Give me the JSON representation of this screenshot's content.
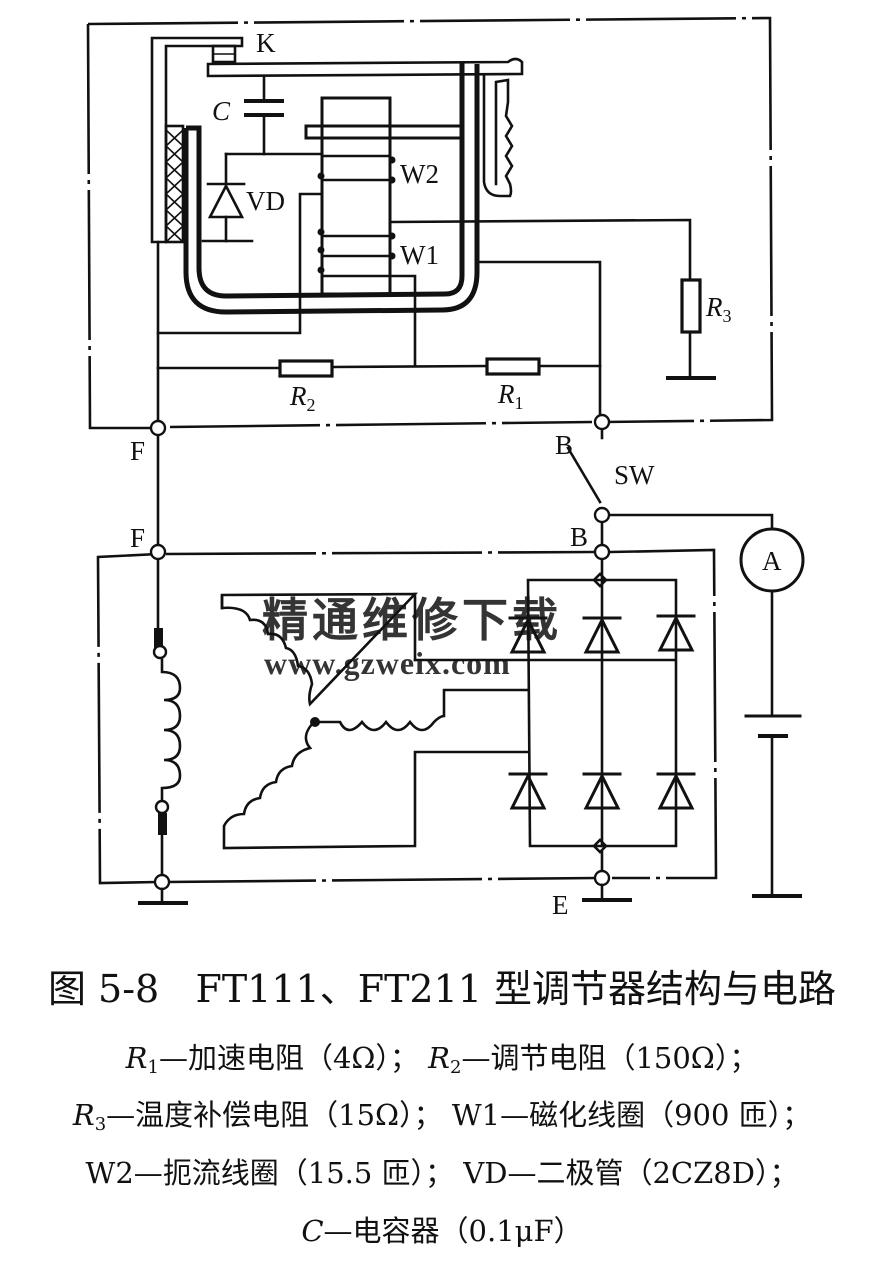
{
  "figure": {
    "number": "图 5-8",
    "title": "FT111、FT211 型调节器结构与电路"
  },
  "labels": {
    "K": "K",
    "C": "C",
    "VD": "VD",
    "W2": "W2",
    "W1": "W1",
    "R1_main": "R",
    "R1_sub": "1",
    "R2_main": "R",
    "R2_sub": "2",
    "R3_main": "R",
    "R3_sub": "3",
    "F_regulator": "F",
    "F_alternator": "F",
    "B_regulator": "B",
    "B_alternator": "B",
    "SW": "SW",
    "E": "E",
    "ammeter": "A"
  },
  "watermark": {
    "chinese": "精通维修下载",
    "url": "www.gzweix.com",
    "color": "#f3b58f"
  },
  "legend": [
    {
      "items": [
        {
          "symbol": "R",
          "sub": "1",
          "text": "—加速电阻（4Ω）；"
        },
        {
          "symbol": "R",
          "sub": "2",
          "text": "—调节电阻（150Ω）；"
        }
      ]
    },
    {
      "items": [
        {
          "symbol": "R",
          "sub": "3",
          "text": "—温度补偿电阻（15Ω）；"
        },
        {
          "symbol": "",
          "sub": "",
          "text": "W1—磁化线圈（900 匝）；"
        }
      ]
    },
    {
      "items": [
        {
          "symbol": "",
          "sub": "",
          "text": "W2—扼流线圈（15.5 匝）；"
        },
        {
          "symbol": "",
          "sub": "",
          "text": "VD—二极管（2CZ8D）；"
        }
      ]
    },
    {
      "items": [
        {
          "symbol": "C",
          "sub": "",
          "text": "—电容器（0.1μF）"
        }
      ]
    }
  ]
}
